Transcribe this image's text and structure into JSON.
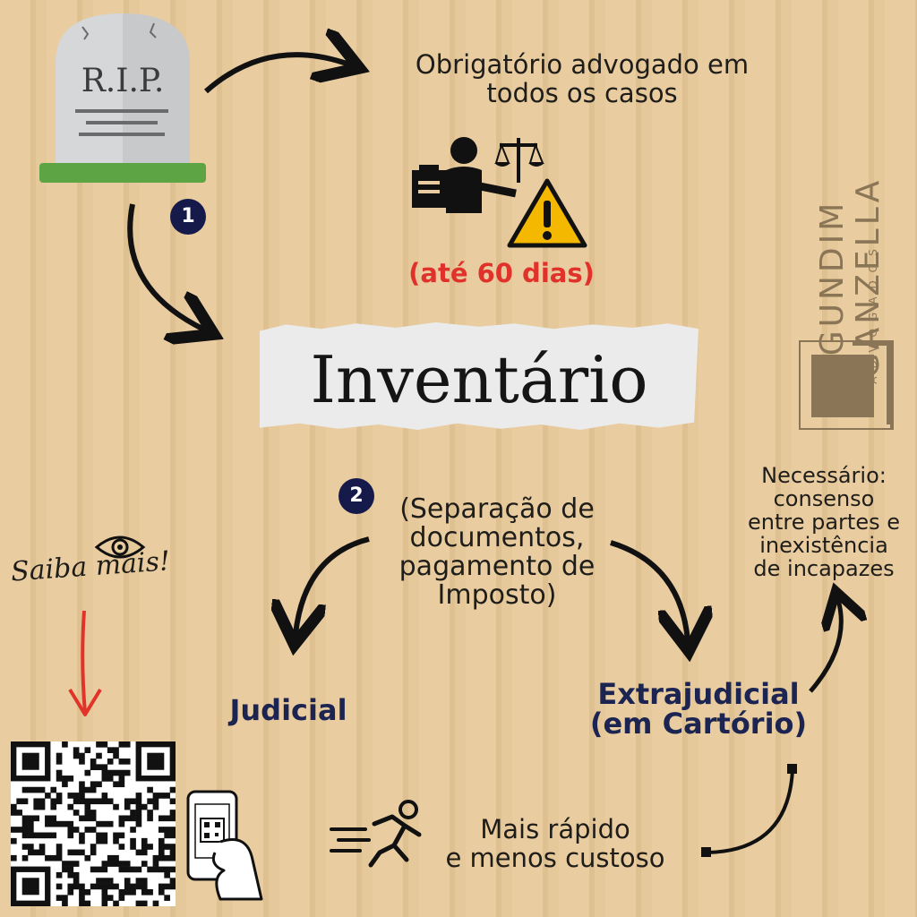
{
  "tombstone": {
    "text": "R.I.P."
  },
  "steps": {
    "step1": "1",
    "step2": "2"
  },
  "top_note": {
    "line1": "Obrigatório advogado em",
    "line2": "todos os casos"
  },
  "deadline": "(até 60 dias)",
  "title": "Inventário",
  "separation": {
    "line1": "(Separação de",
    "line2": "documentos,",
    "line3": "pagamento de",
    "line4": "Imposto)"
  },
  "requirement": {
    "line1": "Necessário:",
    "line2": "consenso",
    "line3": "entre partes e",
    "line4": "inexistência",
    "line5": "de incapazes"
  },
  "judicial": "Judicial",
  "extrajudicial": {
    "line1": "Extrajudicial",
    "line2": "(em Cartório)"
  },
  "benefit": {
    "line1": "Mais rápido",
    "line2": "e menos custoso"
  },
  "cta": "Saiba mais!",
  "brand": {
    "name_line1": "GUNDIM",
    "name_line2": "GANZELLA",
    "sub": "ADVOGADOS"
  },
  "icons": [
    "tombstone-icon",
    "lawyer-scales-icon",
    "warning-icon",
    "eye-icon",
    "down-arrow-icon",
    "qr-code",
    "phone-scan-icon",
    "running-person-icon",
    "brand-logo"
  ],
  "colors": {
    "deadline": "#e0322b",
    "navy": "#1c2451",
    "badge": "#161a4a",
    "brand": "#8a7656",
    "grass": "#5da544",
    "warning": "#f5b800"
  }
}
